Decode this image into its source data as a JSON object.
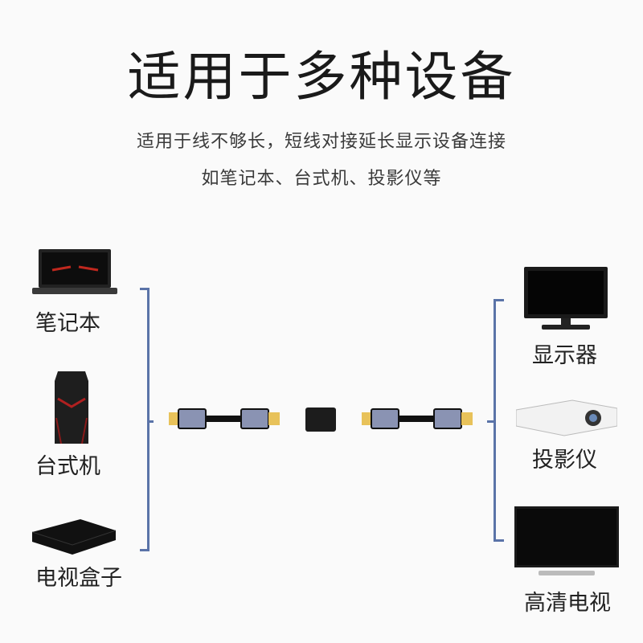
{
  "title": "适用于多种设备",
  "subtitle_lines": [
    "适用于线不够长，短线对接延长显示设备连接",
    "如笔记本、台式机、投影仪等"
  ],
  "left_devices": [
    {
      "label": "笔记本",
      "icon": "laptop-icon"
    },
    {
      "label": "台式机",
      "icon": "desktop-tower-icon"
    },
    {
      "label": "电视盒子",
      "icon": "tv-box-icon"
    }
  ],
  "right_devices": [
    {
      "label": "显示器",
      "icon": "monitor-icon"
    },
    {
      "label": "投影仪",
      "icon": "projector-icon"
    },
    {
      "label": "高清电视",
      "icon": "hdtv-icon"
    }
  ],
  "colors": {
    "bracket": "#5a73a8",
    "connector_shell": "#8a93b3",
    "gold": "#e8c25a"
  }
}
